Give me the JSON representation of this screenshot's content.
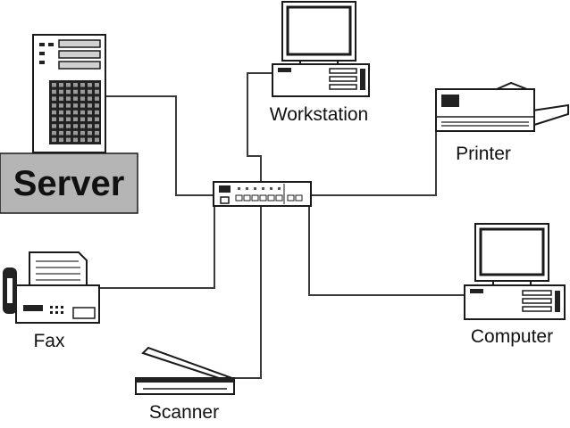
{
  "diagram": {
    "nodes": {
      "server": {
        "label": "Server"
      },
      "workstation": {
        "label": "Workstation"
      },
      "printer": {
        "label": "Printer"
      },
      "fax": {
        "label": "Fax"
      },
      "computer": {
        "label": "Computer"
      },
      "scanner": {
        "label": "Scanner"
      }
    },
    "icons": {
      "hub": "network-hub-icon",
      "server": "server-tower-icon",
      "workstation": "desktop-computer-icon",
      "printer": "printer-icon",
      "fax": "fax-machine-icon",
      "computer": "desktop-computer-icon",
      "scanner": "flatbed-scanner-icon"
    },
    "colors": {
      "line": "#3a3a3a",
      "server_label_box": "#b5b5b5",
      "outline": "#1a1a1a"
    }
  }
}
